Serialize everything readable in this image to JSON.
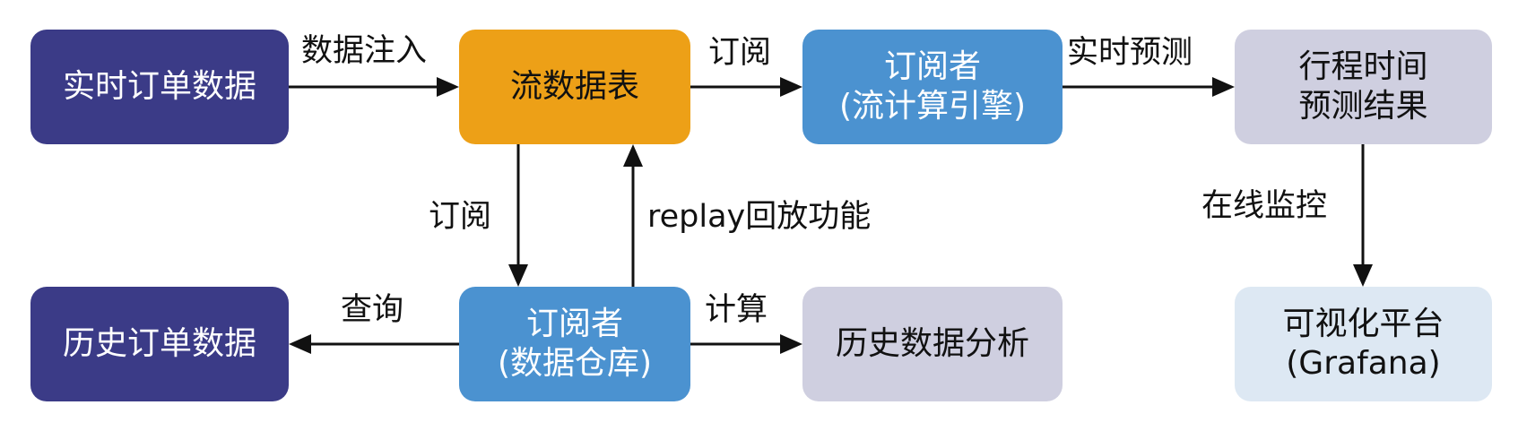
{
  "nodes": {
    "realtime_orders": {
      "lines": [
        "实时订单数据"
      ],
      "color": "#3b3b87"
    },
    "stream_table": {
      "lines": [
        "流数据表"
      ],
      "color": "#eda017"
    },
    "stream_subscriber": {
      "lines": [
        "订阅者",
        "(流计算引擎)"
      ],
      "color": "#4b92d0"
    },
    "prediction_result": {
      "lines": [
        "行程时间",
        "预测结果"
      ],
      "color": "#cfcfe0"
    },
    "history_orders": {
      "lines": [
        "历史订单数据"
      ],
      "color": "#3b3b87"
    },
    "warehouse_subscriber": {
      "lines": [
        "订阅者",
        "(数据仓库)"
      ],
      "color": "#4b92d0"
    },
    "history_analysis": {
      "lines": [
        "历史数据分析"
      ],
      "color": "#cfcfe0"
    },
    "visualization": {
      "lines": [
        "可视化平台",
        "(Grafana)"
      ],
      "color": "#dde8f3"
    }
  },
  "edges": {
    "inject": "数据注入",
    "subscribe_top": "订阅",
    "realtime_predict": "实时预测",
    "subscribe_down": "订阅",
    "replay": "replay回放功能",
    "monitor": "在线监控",
    "query": "查询",
    "compute": "计算"
  }
}
